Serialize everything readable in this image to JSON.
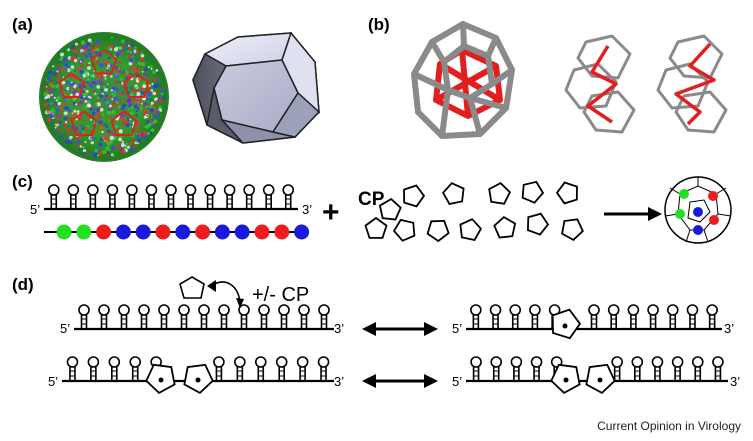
{
  "panels": {
    "a": "(a)",
    "b": "(b)",
    "c": "(c)",
    "d": "(d)"
  },
  "ends": {
    "five_prime": "5’",
    "three_prime": "3’"
  },
  "c": {
    "plus": "+",
    "cp": "CP",
    "bead_colors": [
      "green",
      "green",
      "red",
      "blue",
      "blue",
      "red",
      "blue",
      "red",
      "blue",
      "blue",
      "red",
      "red",
      "blue"
    ]
  },
  "d": {
    "cp_toggle": "+/- CP"
  },
  "colors": {
    "red": "#ee1c1c",
    "green": "#22e022",
    "blue": "#1a1adc",
    "cage_gray": "#8a8a8a",
    "cage_red": "#e31e1e"
  },
  "footer": {
    "source": "Current Opinion in Virology"
  }
}
